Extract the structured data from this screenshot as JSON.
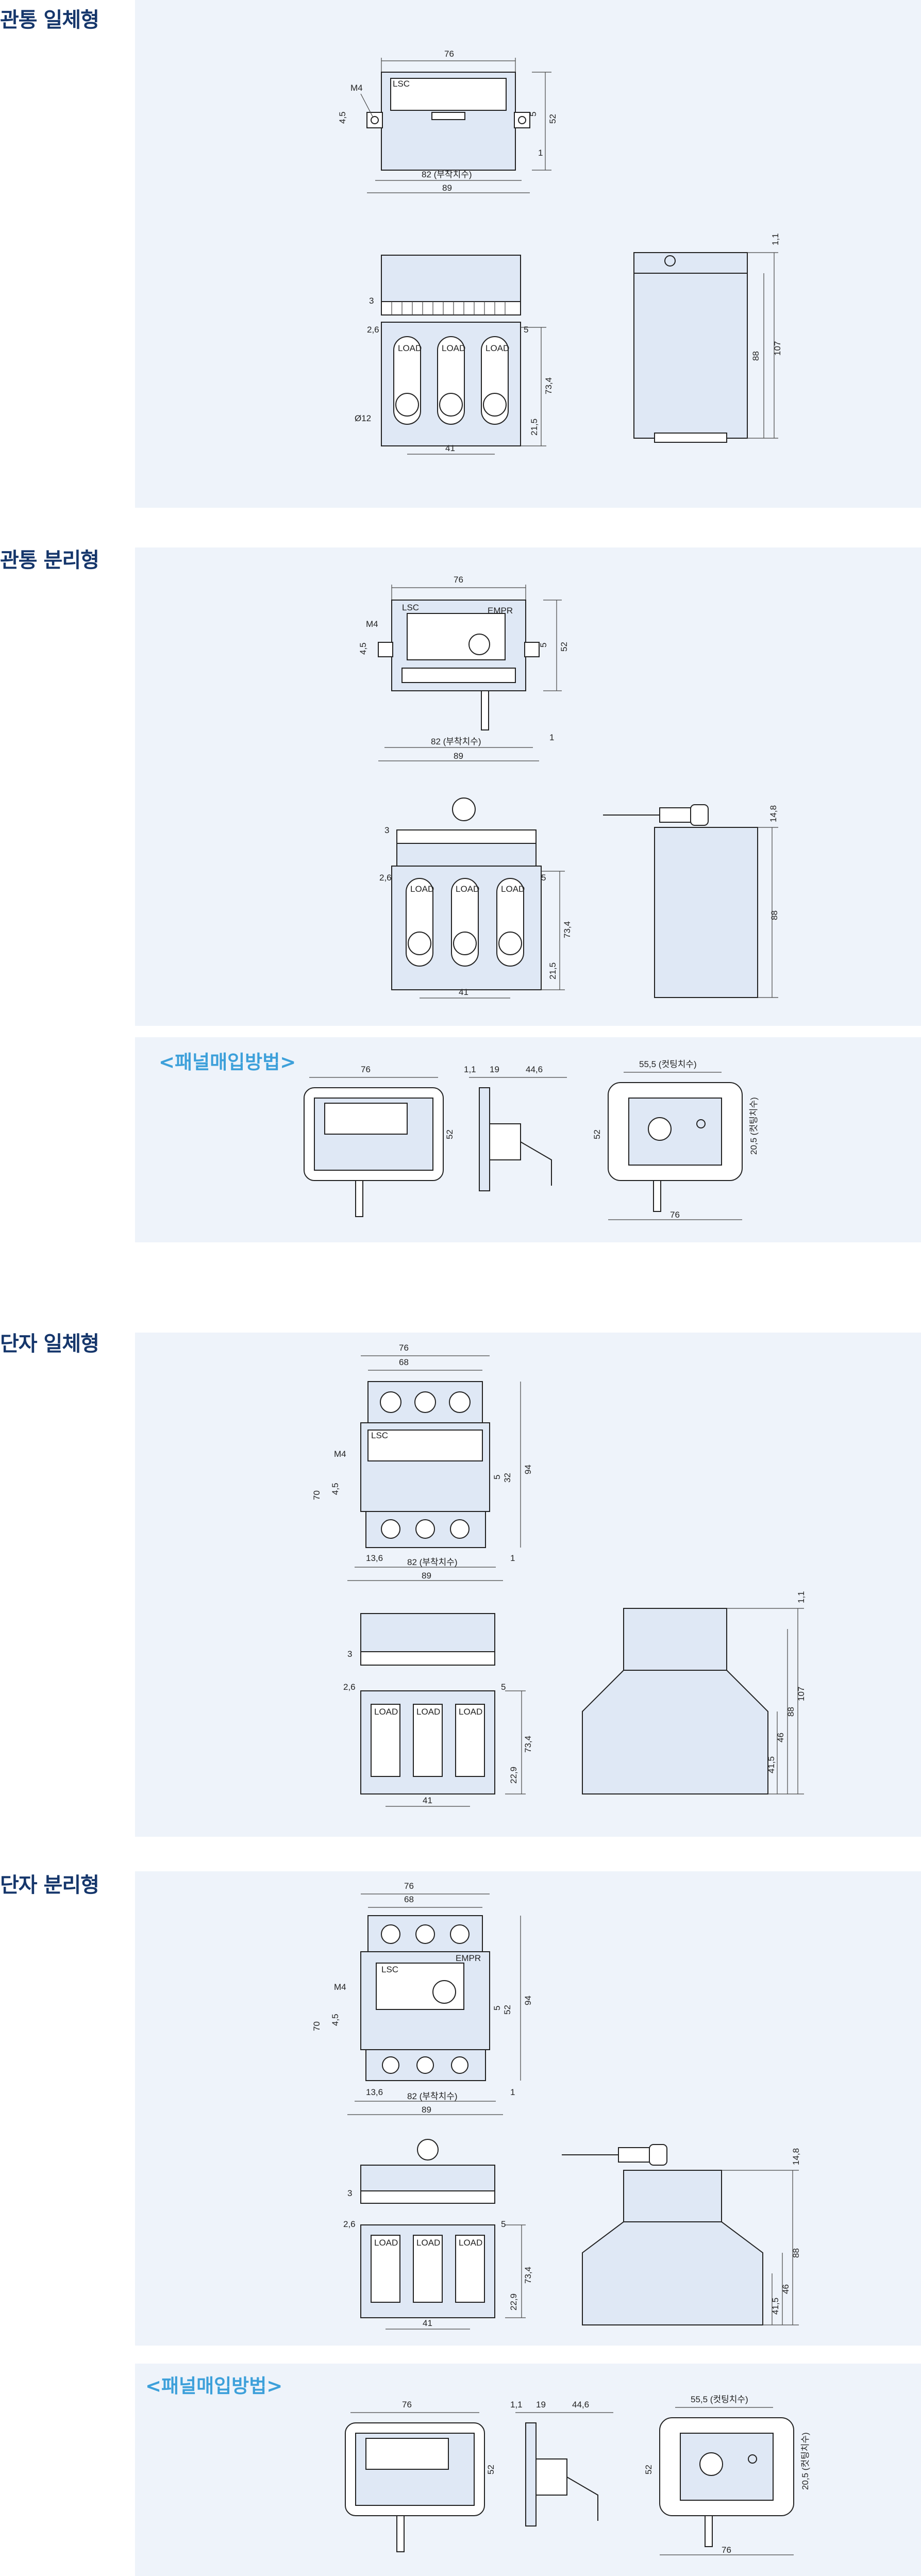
{
  "sections": [
    {
      "title": "관통 일체형"
    },
    {
      "title": "관통 분리형"
    },
    {
      "title": "단자 일체형"
    },
    {
      "title": "단자 분리형"
    }
  ],
  "panel_install": {
    "title": "<패널매입방법>"
  },
  "dims": {
    "w76": "76",
    "w68": "68",
    "w82": "82 (부착치수)",
    "w89": "89",
    "m4": "M4",
    "d45": "4,5",
    "d5": "5",
    "d52": "52",
    "d1": "1",
    "d3": "3",
    "d26": "2,6",
    "d734": "73,4",
    "d215": "21,5",
    "d41": "41",
    "phi12": "Ø12",
    "d11": "1,1",
    "d88": "88",
    "d107": "107",
    "d148": "14,8",
    "d19": "19",
    "d446": "44,6",
    "d555": "55,5 (컷팅치수)",
    "d205": "20,5 (컷팅치수)",
    "d70": "70",
    "d32": "32",
    "d94": "94",
    "d136": "13,6",
    "d229": "22,9",
    "d415": "41,5",
    "d46": "46"
  },
  "labels": {
    "ct1": "LOAD",
    "ct2": "LOAD",
    "ct3": "LOAD",
    "brand": "LSC",
    "model_small": "EMPR"
  }
}
